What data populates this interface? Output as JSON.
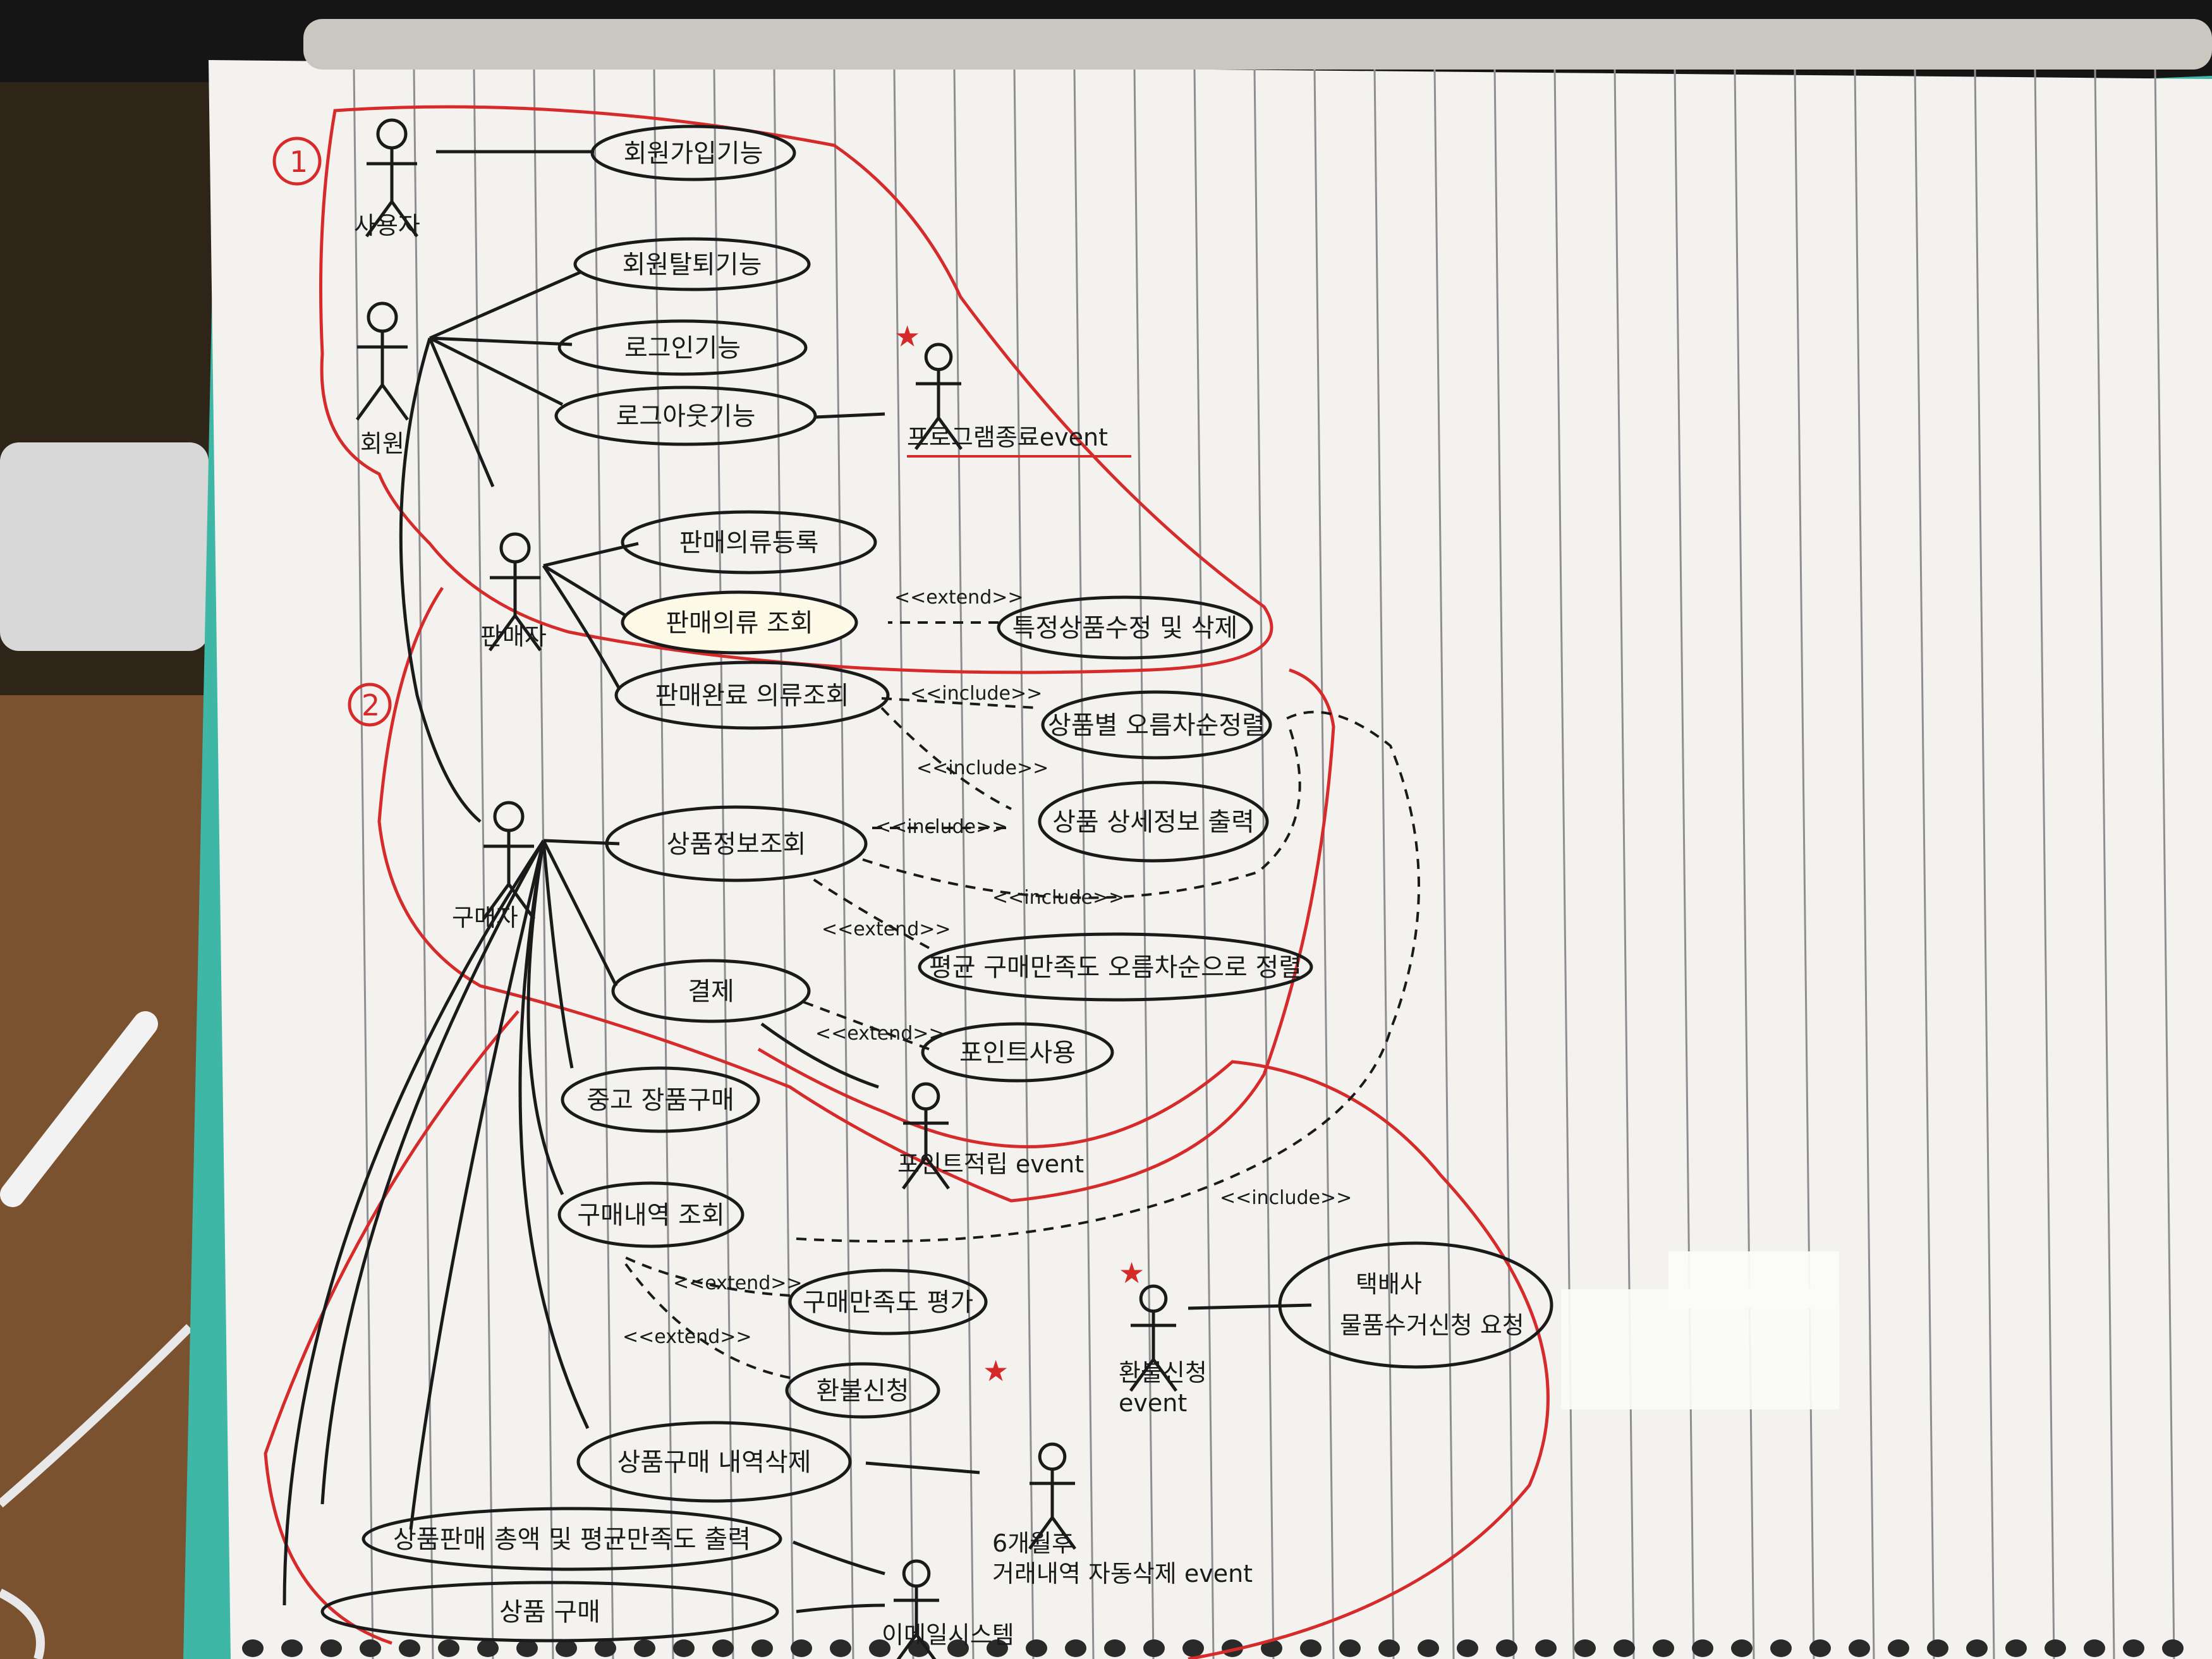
{
  "diagram": {
    "actors": {
      "user": "사용자",
      "member": "회원",
      "seller": "판매자",
      "buyer": "구매자",
      "program_end": "프로그램종료event",
      "point_save": "포인트적립 event",
      "refund_event": "환불신청 event",
      "auto_delete": "6개월후 거래내역 자동삭제 event",
      "email_system": "이메일시스템"
    },
    "use_cases": {
      "signup": "회원가입기능",
      "withdraw": "회원탈퇴기능",
      "login": "로그인기능",
      "logout": "로그아웃기능",
      "register_product": "판매의류등록",
      "view_products": "판매의류 조회",
      "edit_delete": "특정상품수정 및 삭제",
      "sold_view": "판매완료 의류조회",
      "sort_by_price": "상품별 오름차순정렬",
      "product_lookup": "상품정보조회",
      "detail_print": "상품 상세정보 출력",
      "satisfaction_sort": "평균 구매만족도 오름차순으로 정렬",
      "payment": "결제",
      "use_points": "포인트사용",
      "used_purchase": "중고 장품구매",
      "history": "구매내역 조회",
      "satisfaction_rate": "구매만족도 평가",
      "refund": "환불신청",
      "delete_history": "상품구매 내역삭제",
      "sales_total": "상품판매 총액 및 평균만족도 출력",
      "purchase": "상품 구매",
      "courier": "택배사 물품수거신청 요청"
    },
    "stereotypes": {
      "extend": "<<extend>>",
      "include": "<<include>>"
    },
    "markers": {
      "section1": "1",
      "section2": "2"
    }
  }
}
